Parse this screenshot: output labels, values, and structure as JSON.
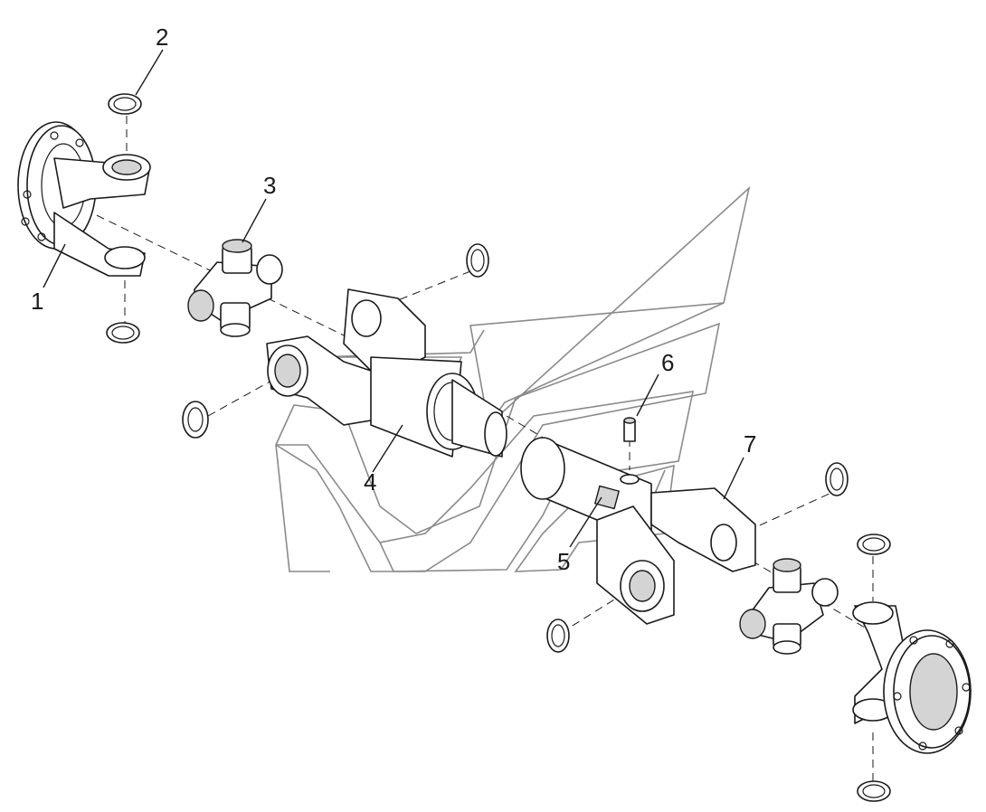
{
  "callouts": [
    {
      "id": "1",
      "label": "1"
    },
    {
      "id": "2",
      "label": "2"
    },
    {
      "id": "3",
      "label": "3"
    },
    {
      "id": "4",
      "label": "4"
    },
    {
      "id": "5",
      "label": "5"
    },
    {
      "id": "6",
      "label": "6"
    },
    {
      "id": "7",
      "label": "7"
    }
  ],
  "colors": {
    "line": "#1a1a1a",
    "watermark": "#8a8a8a",
    "shade": "#d4d4d4",
    "background": "#ffffff"
  }
}
